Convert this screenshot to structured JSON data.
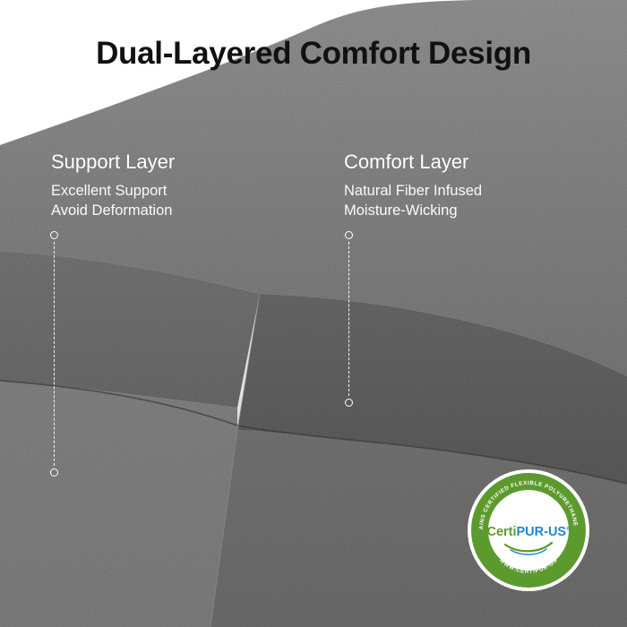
{
  "headline": "Dual-Layered Comfort Design",
  "support_layer": {
    "title": "Support Layer",
    "lines": [
      "Excellent Support",
      "Avoid Deformation"
    ]
  },
  "comfort_layer": {
    "title": "Comfort Layer",
    "lines": [
      "Natural Fiber Infused",
      "Moisture-Wicking"
    ]
  },
  "badge": {
    "ring_top_text": "CONTAINS CERTIFIED FLEXIBLE POLYURETHANE FOAM",
    "ring_bottom_text": "WWW.CERTIPUR-US",
    "brand_prefix": "Certi",
    "brand_suffix": "PUR-US",
    "registered_mark": "®"
  },
  "colors": {
    "badge_green": "#5d9a2d",
    "badge_blue": "#1e88c8",
    "foam_top": "#8a8a8a",
    "foam_side": "#6c6c6c"
  },
  "icons": [
    "support-layer-marker",
    "comfort-layer-marker",
    "certipur-us-seal"
  ]
}
